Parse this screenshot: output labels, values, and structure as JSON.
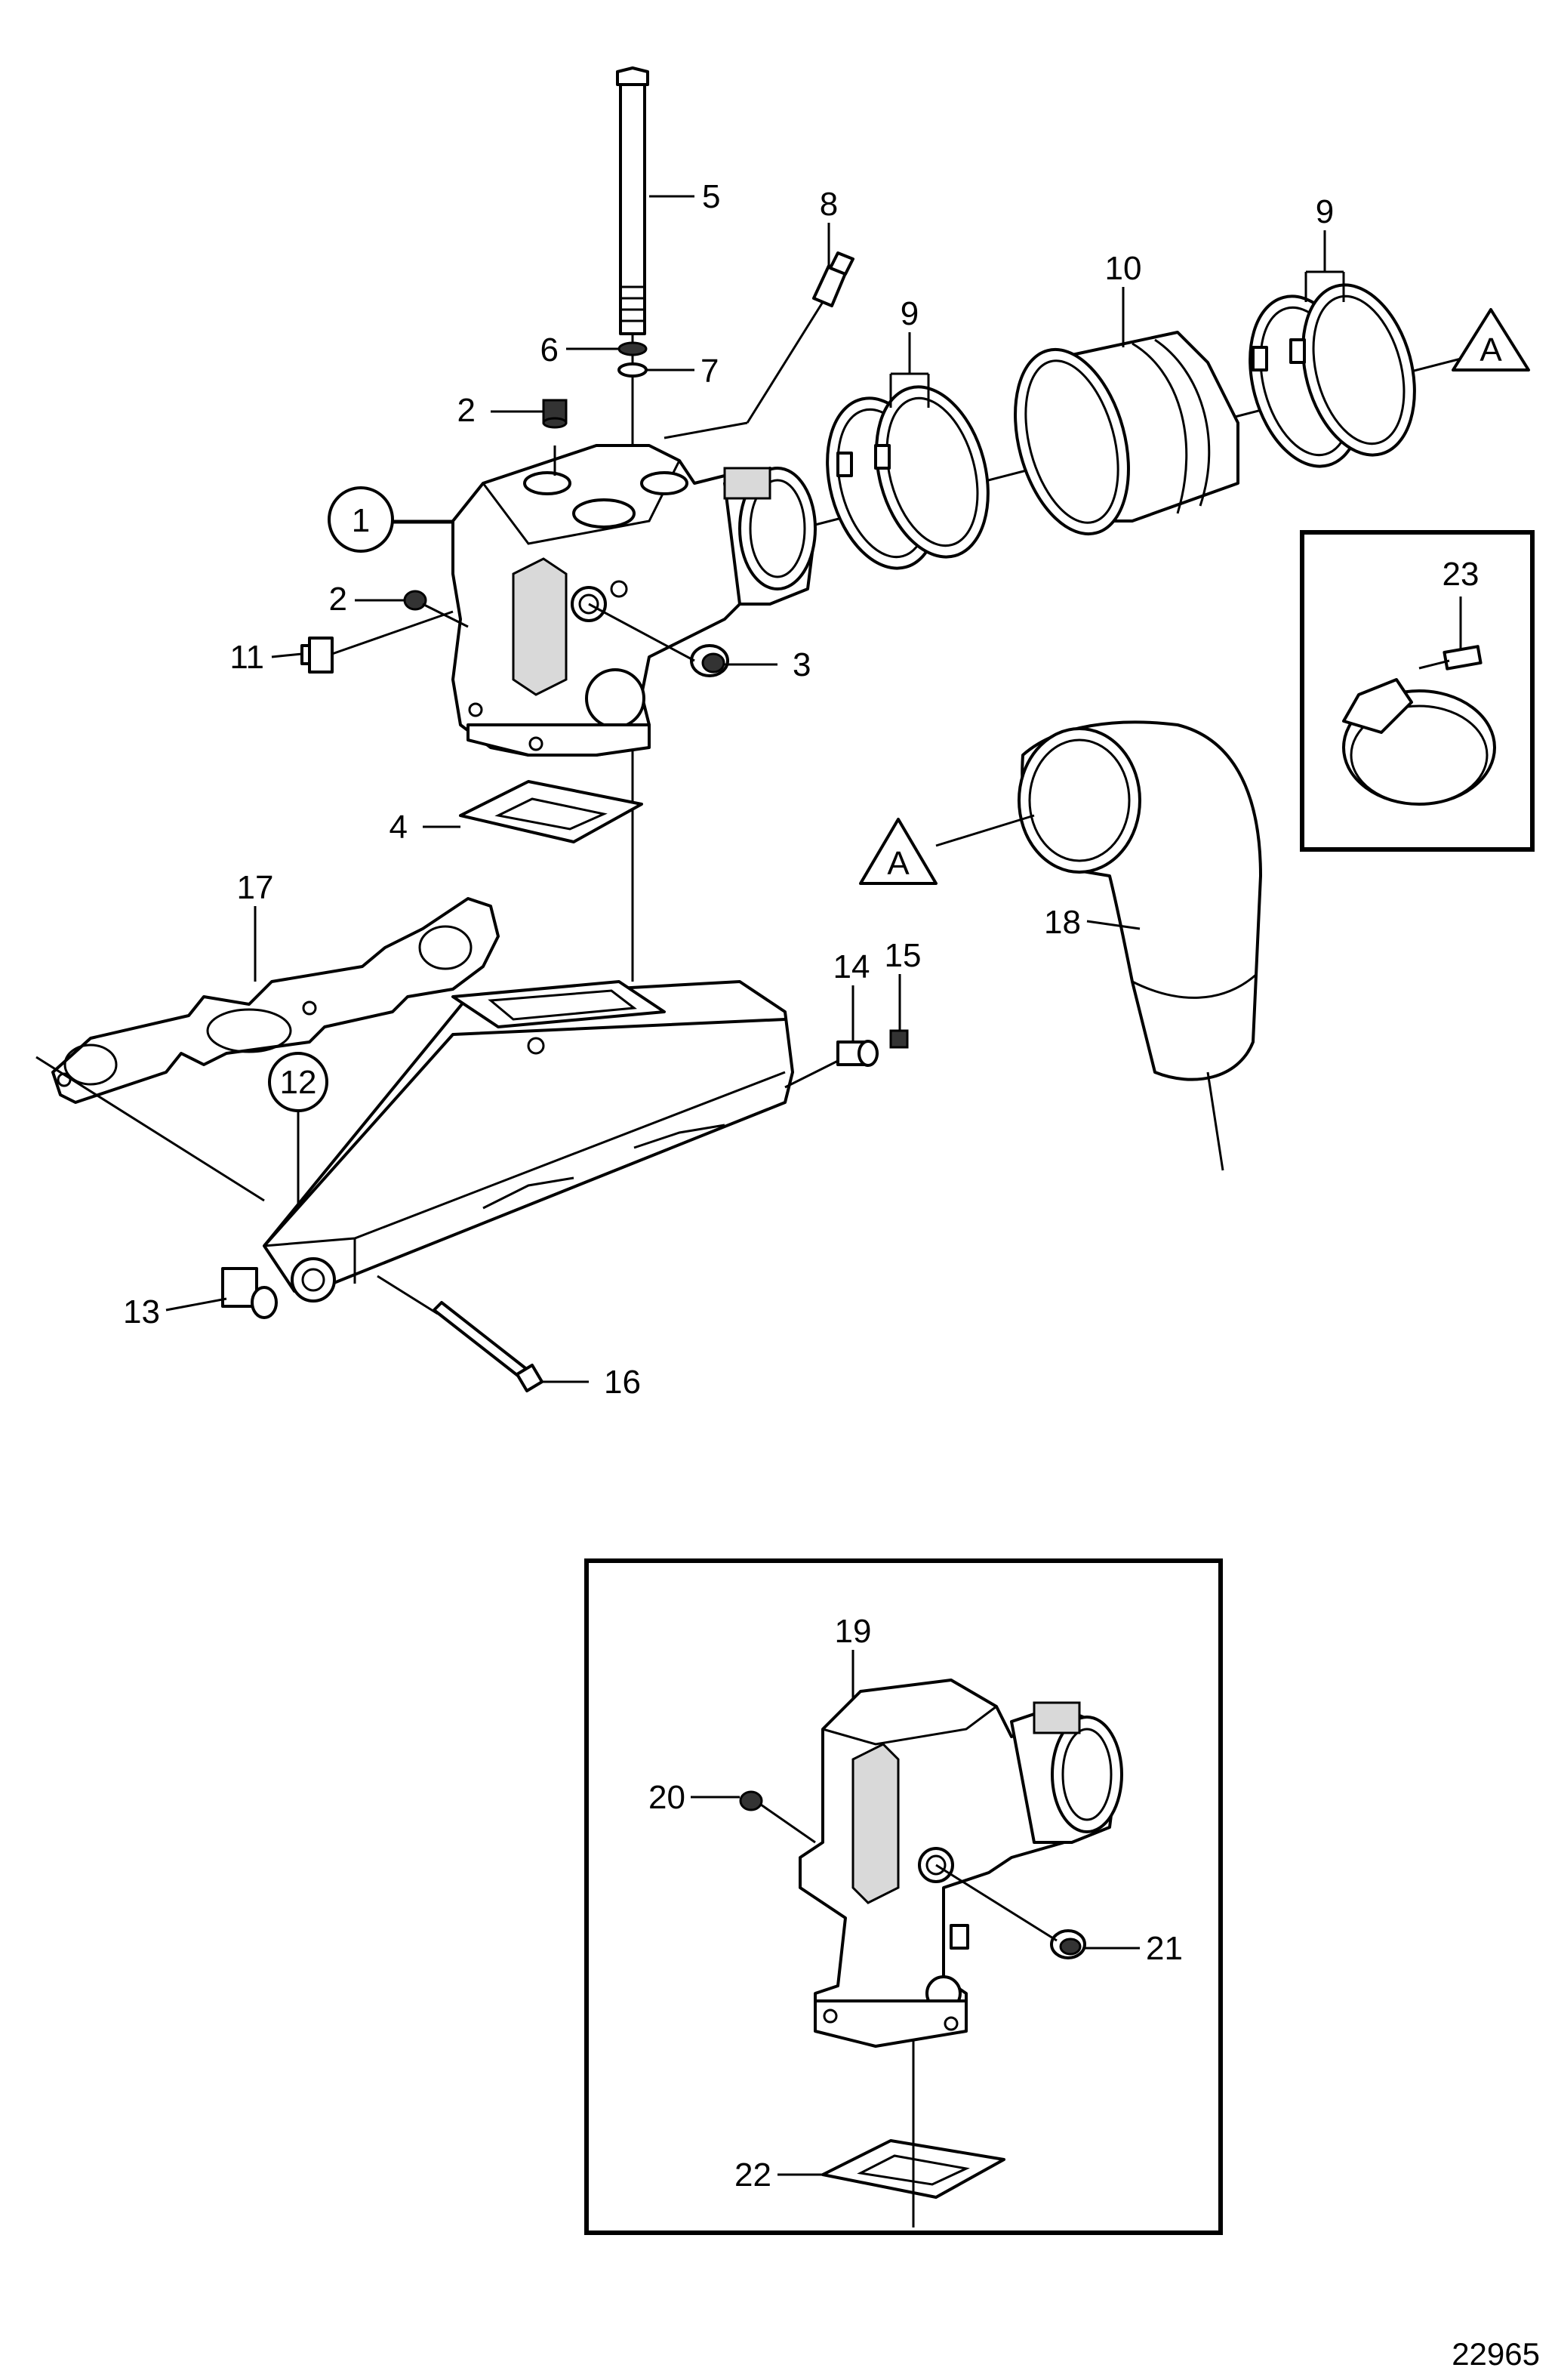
{
  "callouts": {
    "c1": "1",
    "c2a": "2",
    "c2b": "2",
    "c3": "3",
    "c4": "4",
    "c5": "5",
    "c6": "6",
    "c7": "7",
    "c8": "8",
    "c9a": "9",
    "c9b": "9",
    "c10": "10",
    "c11": "11",
    "c12": "12",
    "c13": "13",
    "c14": "14",
    "c15": "15",
    "c16": "16",
    "c17": "17",
    "c18": "18",
    "c19": "19",
    "c20": "20",
    "c21": "21",
    "c22": "22",
    "c23": "23"
  },
  "reference_markers": {
    "a1": "A",
    "a2": "A"
  },
  "figure_number": "22965"
}
